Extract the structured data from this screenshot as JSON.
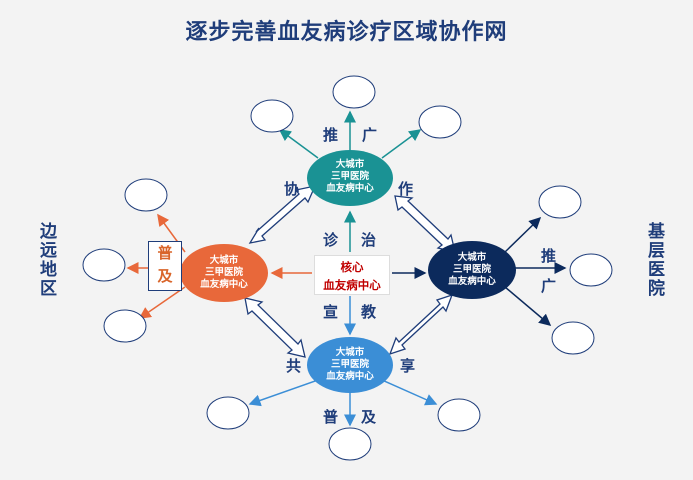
{
  "title": "逐步完善血友病诊疗区域协作网",
  "left_label": "边远地区",
  "right_label": "基层医院",
  "core": {
    "line1": "核心",
    "line2": "血友病中心"
  },
  "hubs": {
    "top": [
      "大城市",
      "三甲医院",
      "血友病中心"
    ],
    "left": [
      "大城市",
      "三甲医院",
      "血友病中心"
    ],
    "right": [
      "大城市",
      "三甲医院",
      "血友病中心"
    ],
    "bottom": [
      "大城市",
      "三甲医院",
      "血友病中心"
    ]
  },
  "words": {
    "tui_top": "推",
    "guang_top": "广",
    "xie": "协",
    "zuo": "作",
    "zhen": "诊",
    "zhi": "治",
    "xuan": "宣",
    "jiao": "教",
    "gong": "共",
    "xiang": "享",
    "pu_bottom": "普",
    "ji_bottom": "及",
    "pu_left": "普",
    "ji_left": "及",
    "tui_right": "推",
    "guang_right": "广"
  },
  "colors": {
    "top_hub": "#1a9294",
    "left_hub": "#e8683a",
    "right_hub": "#0c2a5c",
    "bottom_hub": "#3b8ed6",
    "title": "#1f3d7a"
  }
}
